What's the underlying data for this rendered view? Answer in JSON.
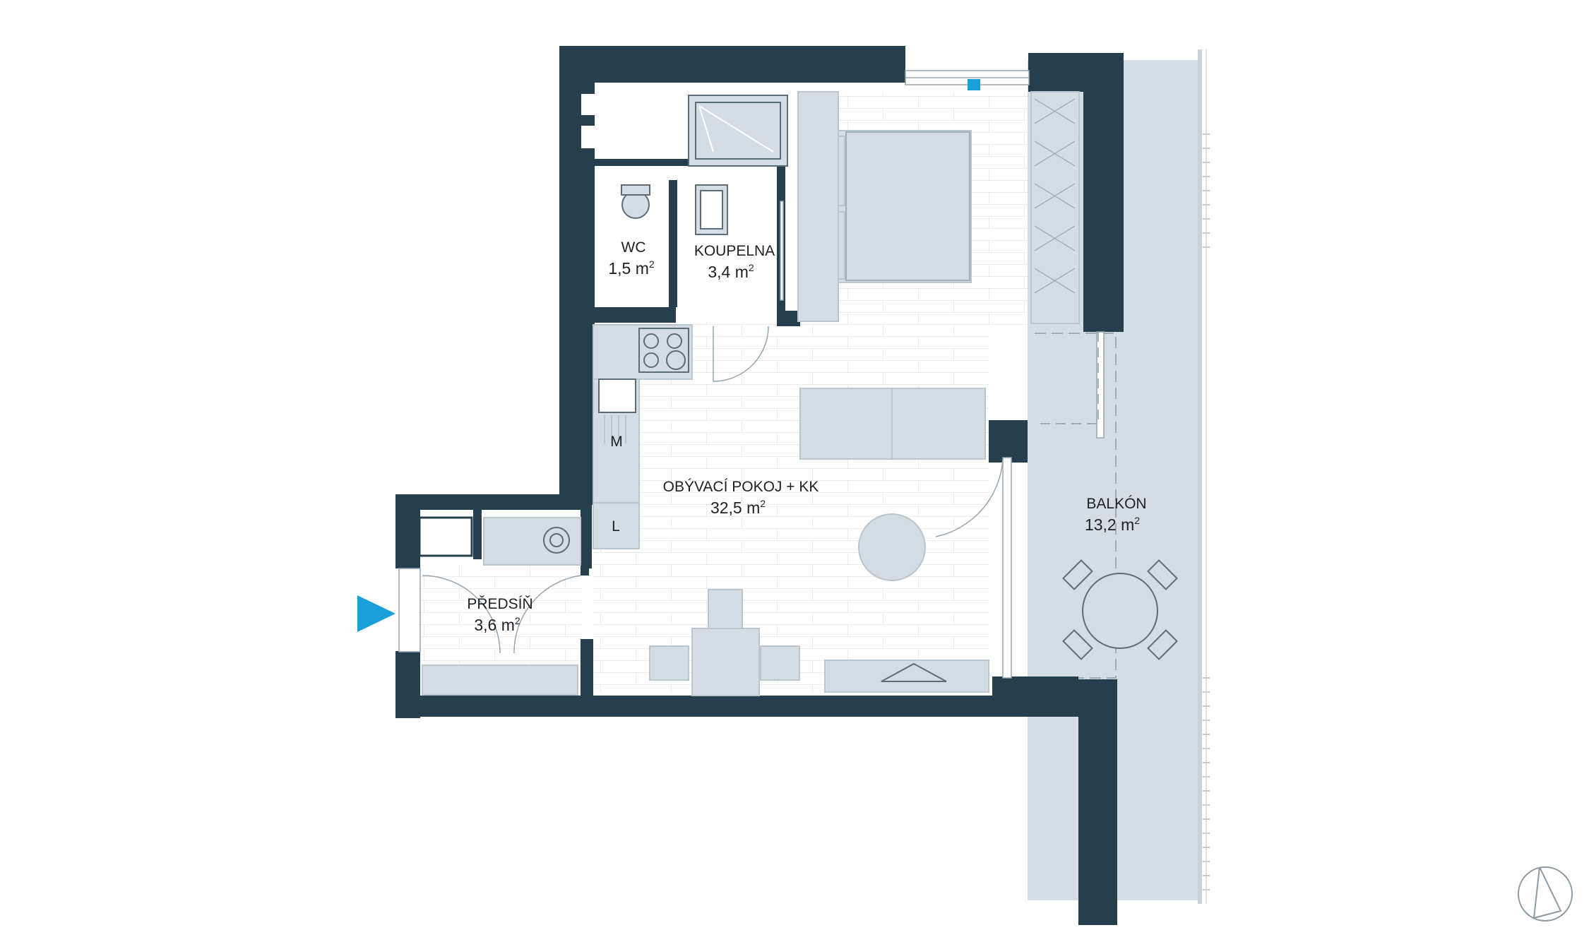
{
  "colors": {
    "wall": "#253f4d",
    "furniture": "#d3dde3",
    "furniture_stroke": "#b9c6ce",
    "balcony": "#d3dde3",
    "floor_line": "#ececec",
    "accent": "#1aa0d8",
    "label": "#1d2024"
  },
  "rooms": {
    "wc": {
      "name": "WC",
      "area": "1,5 m",
      "sup": "2"
    },
    "koupelna": {
      "name": "KOUPELNA",
      "area": "3,4 m",
      "sup": "2"
    },
    "obyvaci": {
      "name": "OBÝVACÍ POKOJ + KK",
      "area": "32,5 m",
      "sup": "2"
    },
    "predsin": {
      "name": "PŘEDSÍŇ",
      "area": "3,6 m",
      "sup": "2"
    },
    "balkon": {
      "name": "BALKÓN",
      "area": "13,2 m",
      "sup": "2"
    }
  },
  "fixtures": {
    "washer_letter": "M",
    "fridge_letter": "L"
  },
  "icons": {
    "entrance": "triangle-arrow-icon",
    "compass": "north-arrow-icon"
  }
}
